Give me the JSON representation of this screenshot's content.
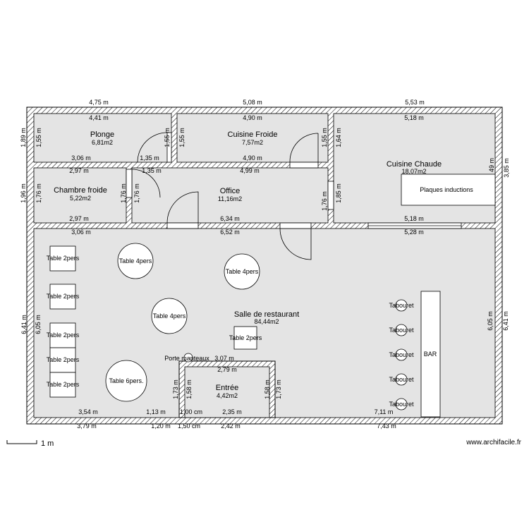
{
  "rooms": {
    "plonge": {
      "name": "Plonge",
      "area": "6,81m2"
    },
    "cuisine_froide": {
      "name": "Cuisine Froide",
      "area": "7,57m2"
    },
    "cuisine_chaude": {
      "name": "Cuisine Chaude",
      "area": "18,07m2"
    },
    "chambre_froide": {
      "name": "Chambre froide",
      "area": "5,22m2"
    },
    "office": {
      "name": "Office",
      "area": "11,16m2"
    },
    "salle": {
      "name": "Salle de restaurant",
      "area": "84,44m2"
    },
    "entree": {
      "name": "Entrée",
      "area": "4,42m2"
    }
  },
  "furniture": {
    "plaques": "Plaques inductions",
    "bar": "BAR",
    "table2": "Table 2pers",
    "table4": "Table 4pers",
    "table6": "Table 6pers.",
    "tabouret": "Tabouret",
    "porte_manteaux": "Porte manteaux"
  },
  "dims": {
    "top_ext_1": "4,75 m",
    "top_ext_2": "5,08 m",
    "top_ext_3": "5,53 m",
    "top_int_1": "4,41 m",
    "top_int_2": "4,90 m",
    "top_int_3": "5,18 m",
    "plonge_bottom": "3,06 m",
    "plonge_door": "1,35 m",
    "cf_bottom": "4,90 m",
    "chf_top": "2,97 m",
    "chf_door": "1,35 m",
    "office_top": "4,99 m",
    "chf_bottom": "2,97 m",
    "office_bottom": "6,34 m",
    "cc_bottom": "5,18 m",
    "salle_top_1": "3,06 m",
    "salle_top_2": "6,52 m",
    "salle_top_3": "5,28 m",
    "left_ext_1": "1,89 m",
    "left_int_1": "1,55 m",
    "plonge_right": "1,55 m",
    "cf_left": "1,55 m",
    "cf_right": "1,55 m",
    "cc_left": "1,64 m",
    "right_ext_1": "3,85 m",
    "right_int_1": "49 m",
    "left_ext_2": "1,96 m",
    "left_int_2": "1,76 m",
    "chf_right": "1,76 m",
    "office_left": "1,76 m",
    "office_right": "1,76 m",
    "cc_left2": "1,85 m",
    "left_ext_3": "6,41 m",
    "left_int_3": "6,05 m",
    "right_int_3": "6,05 m",
    "right_ext_3": "6,41 m",
    "pm_dim": "3,07 m",
    "entree_top": "2,79 m",
    "entree_l_out": "1,73 m",
    "entree_l_in": "1,58 m",
    "entree_r_in": "1,58 m",
    "entree_r_out": "1,73 m",
    "bot_int_1": "3,54 m",
    "bot_int_2": "1,13 m",
    "bot_int_3": "1,00 cm",
    "bot_int_4": "2,35 m",
    "bot_int_5": "7,11 m",
    "bot_ext_1": "3,79 m",
    "bot_ext_2": "1,20 m",
    "bot_ext_3": "1,50 cm",
    "bot_ext_4": "2,42 m",
    "bot_ext_5": "7,43 m"
  },
  "scale_label": "1 m",
  "watermark": "www.archifacile.fr"
}
